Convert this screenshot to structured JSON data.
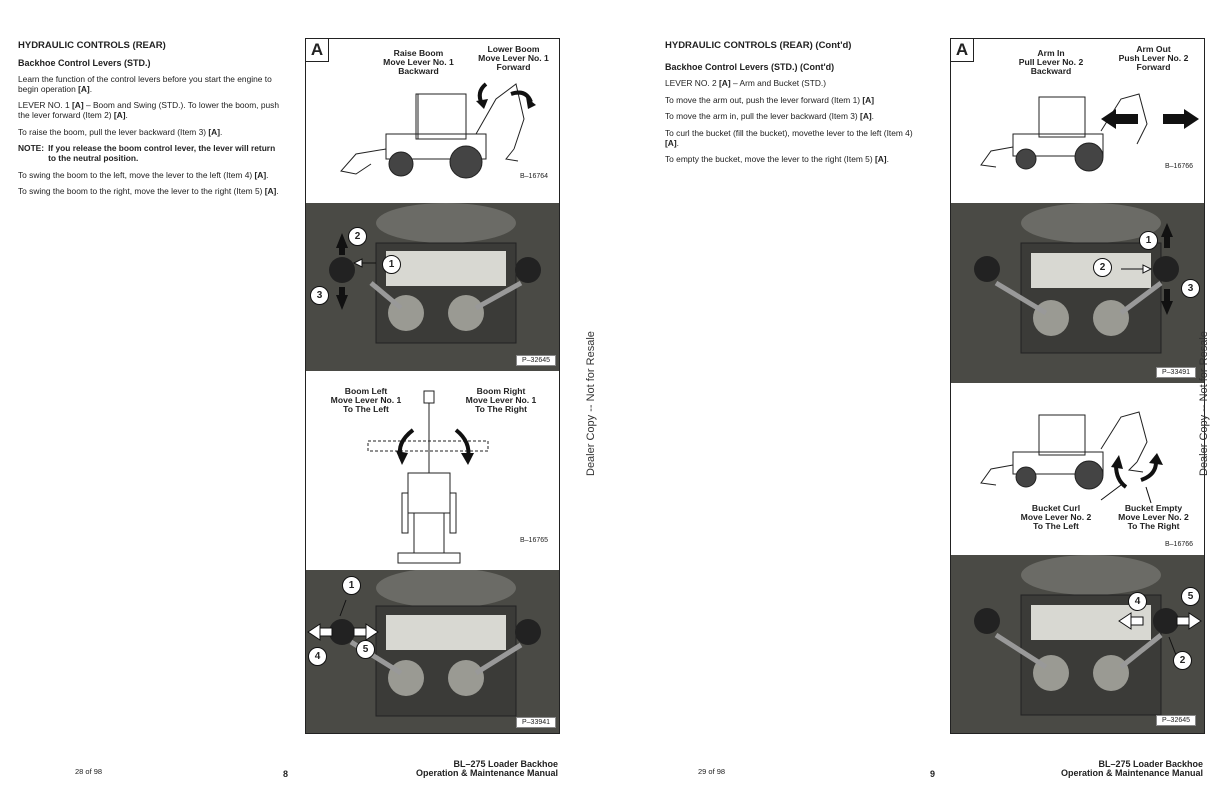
{
  "left_page": {
    "heading": "HYDRAULIC CONTROLS (REAR)",
    "subheading": "Backhoe Control Levers (STD.)",
    "para1": {
      "text": "Learn the function of the control levers before you start the engine to begin operation ",
      "ref": "[A]",
      "end": "."
    },
    "para2": {
      "text": "LEVER NO. 1 ",
      "ref1": "[A]",
      "text2": " – Boom and Swing (STD.). To lower the boom, push the lever forward (Item 2) ",
      "ref2": "[A]",
      "end": "."
    },
    "para3": {
      "text": "To raise the boom, pull the lever backward (Item 3) ",
      "ref": "[A]",
      "end": "."
    },
    "note": {
      "label": "NOTE:",
      "text": "If you release the boom control lever, the lever will return to the neutral position."
    },
    "para4": {
      "text": "To swing the boom to the left, move the lever to the left (Item 4) ",
      "ref": "[A]",
      "end": "."
    },
    "para5": {
      "text": "To swing the boom to the right, move the lever to the right (Item 5) ",
      "ref": "[A]",
      "end": "."
    },
    "figure": {
      "label": "A",
      "top_left_label": "Raise Boom\nMove Lever No. 1\nBackward",
      "top_right_label": "Lower Boom\nMove Lever No. 1\nForward",
      "code1": "B–16764",
      "code2": "P–32645",
      "mid_left_label": "Boom Left\nMove Lever No. 1\nTo The Left",
      "mid_right_label": "Boom Right\nMove Lever No. 1\nTo The Right",
      "code3": "B–16765",
      "code4": "P–33941",
      "callouts1": [
        "2",
        "1",
        "3"
      ],
      "callouts2": [
        "1",
        "4",
        "5"
      ]
    },
    "footer": {
      "page_of": "28 of 98",
      "page_num": "8",
      "title1": "BL–275 Loader Backhoe",
      "title2": "Operation & Maintenance Manual"
    }
  },
  "right_page": {
    "heading": "HYDRAULIC CONTROLS (REAR) (Cont'd)",
    "subheading": "Backhoe Control Levers (STD.) (Cont'd)",
    "para1": {
      "text": "LEVER NO. 2 ",
      "ref": "[A]",
      "text2": " – Arm and Bucket (STD.)"
    },
    "para2": {
      "text": "To move the arm out, push the lever forward (Item 1) ",
      "ref": "[A]"
    },
    "para3": {
      "text": "To move the arm in, pull the lever backward (Item 3) ",
      "ref": "[A]",
      "end": "."
    },
    "para4": {
      "text": "To curl the bucket (fill the bucket), movethe lever to the left (Item 4) ",
      "ref": "[A]",
      "end": "."
    },
    "para5": {
      "text": "To empty the bucket, move the lever to the right (Item 5) ",
      "ref": "[A]",
      "end": "."
    },
    "figure": {
      "label": "A",
      "top_left_label": "Arm In\nPull Lever No. 2\nBackward",
      "top_right_label": "Arm Out\nPush Lever No. 2\nForward",
      "code1": "B–16766",
      "code2": "P–33491",
      "bottom_left_label": "Bucket Curl\nMove Lever No. 2\nTo The Left",
      "bottom_right_label": "Bucket Empty\nMove Lever No. 2\nTo The Right",
      "code3": "B–16766",
      "code4": "P–32645",
      "callouts1": [
        "1",
        "2",
        "3"
      ],
      "callouts2": [
        "4",
        "5",
        "2"
      ]
    },
    "footer": {
      "page_of": "29 of 98",
      "page_num": "9",
      "title1": "BL–275 Loader Backhoe",
      "title2": "Operation & Maintenance Manual"
    }
  },
  "watermark": "Dealer Copy -- Not for Resale"
}
